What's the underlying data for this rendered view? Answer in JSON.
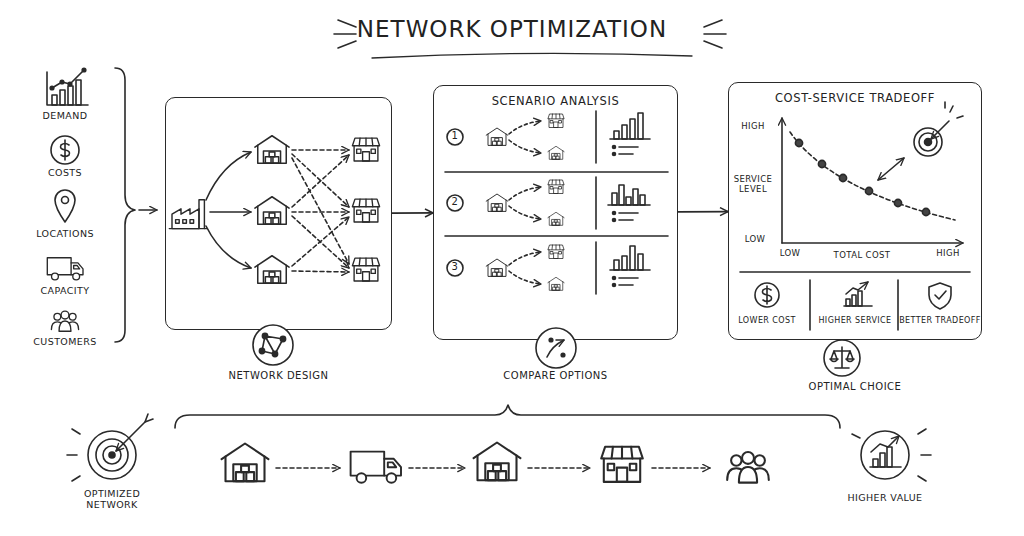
{
  "diagram": {
    "title": "NETWORK OPTIMIZATION",
    "nodes": [
      {
        "text": [
          "NETWORK DESIGN"
        ]
      },
      {
        "text": [
          "SCENARIO ANALYSIS",
          "COMPARE OPTIONS"
        ]
      },
      {
        "text": [
          "COST-SERVICE TRADEOFF",
          "OPTIMAL CHOICE"
        ]
      }
    ],
    "edges": [
      {
        "from": 0,
        "to": 1,
        "arrow": "to"
      },
      {
        "from": 1,
        "to": 2,
        "arrow": "to"
      }
    ],
    "labels": [
      "DEMAND",
      "COSTS",
      "LOCATIONS",
      "CAPACITY",
      "CUSTOMERS",
      "1",
      "2",
      "3",
      "HIGH",
      "SERVICE LEVEL",
      "LOW",
      "LOW",
      "TOTAL COST",
      "HIGH",
      "LOWER COST",
      "HIGHER SERVICE",
      "BETTER TRADEOFF",
      "OPTIMIZED NETWORK",
      "HIGHER VALUE"
    ]
  }
}
